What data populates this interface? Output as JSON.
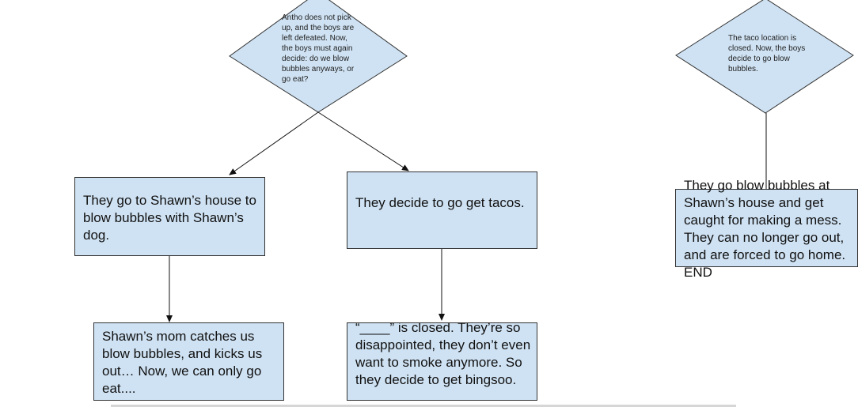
{
  "diagram": {
    "diamond_1": "Antho does not pick up, and the boys are left defeated. Now, the boys must again decide: do we blow bubbles  anyways, or go eat?",
    "diamond_2": "The taco location is closed. Now, the boys decide to go blow bubbles.",
    "box_shawns_house": "They go to Shawn’s house to blow bubbles with Shawn’s dog.",
    "box_tacos": "They decide to go get tacos.",
    "box_caught_mess": "They go blow bubbles at Shawn’s house and get caught for making a mess. They can no longer go out, and are forced to go home. END",
    "box_mom_catches": "Shawn’s mom catches us blow bubbles, and kicks us out… Now, we can only go eat....",
    "box_closed": "“____” is closed. They’re so disappointed, they don’t even want to smoke anymore. So they decide to get bingsoo."
  },
  "colors": {
    "node_fill": "#cfe2f3",
    "stroke": "#333333"
  }
}
